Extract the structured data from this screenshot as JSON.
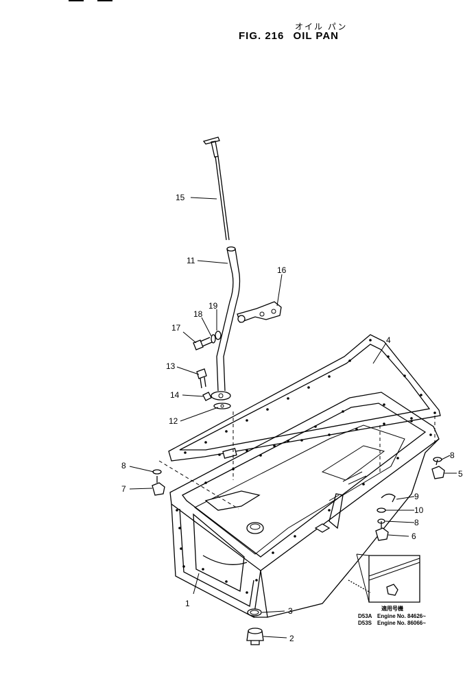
{
  "title": {
    "subtitle_kana": "オイル パン",
    "fig": "FIG. 216",
    "name": "OIL PAN"
  },
  "callouts": [
    {
      "id": "c1",
      "label": "1"
    },
    {
      "id": "c2",
      "label": "2"
    },
    {
      "id": "c3",
      "label": "3"
    },
    {
      "id": "c4",
      "label": "4"
    },
    {
      "id": "c5",
      "label": "5"
    },
    {
      "id": "c6a",
      "label": "6"
    },
    {
      "id": "c6b",
      "label": "6"
    },
    {
      "id": "c7",
      "label": "7"
    },
    {
      "id": "c8a",
      "label": "8"
    },
    {
      "id": "c8b",
      "label": "8"
    },
    {
      "id": "c9",
      "label": "9"
    },
    {
      "id": "c10",
      "label": "10"
    },
    {
      "id": "c11",
      "label": "11"
    },
    {
      "id": "c12",
      "label": "12"
    },
    {
      "id": "c13",
      "label": "13"
    },
    {
      "id": "c14",
      "label": "14"
    },
    {
      "id": "c15",
      "label": "15"
    },
    {
      "id": "c16",
      "label": "16"
    },
    {
      "id": "c17",
      "label": "17"
    },
    {
      "id": "c18",
      "label": "18"
    },
    {
      "id": "c19",
      "label": "19"
    }
  ],
  "applicability": {
    "header": "適用号機",
    "rows": [
      {
        "model": "D53A",
        "engine": "Engine No. 84626~"
      },
      {
        "model": "D53S",
        "engine": "Engine No. 86066~"
      }
    ]
  }
}
